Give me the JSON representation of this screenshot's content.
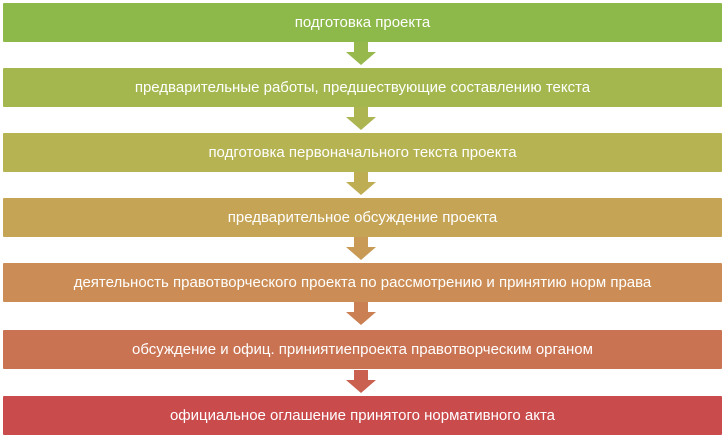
{
  "steps": [
    {
      "label": "подготовка проекта",
      "color": "#8db84a"
    },
    {
      "label": "предварительные работы, предшествующие составлению текста",
      "color": "#a3b74e"
    },
    {
      "label": "подготовка первоначального текста проекта",
      "color": "#b6b353"
    },
    {
      "label": "предварительное обсуждение проекта",
      "color": "#c5a555"
    },
    {
      "label": "деятельность правотворческого проекта по рассмотрению и принятию норм права",
      "color": "#cb8d55"
    },
    {
      "label": "обсуждение и офиц. приниятиепроекта правотворческим органом",
      "color": "#ca7352"
    },
    {
      "label": "официальное оглашение принятого нормативного акта",
      "color": "#c94b4c"
    }
  ],
  "arrows": [
    {
      "color": "#96b84c"
    },
    {
      "color": "#acb550"
    },
    {
      "color": "#bfad54"
    },
    {
      "color": "#c89a55"
    },
    {
      "color": "#cb8054"
    },
    {
      "color": "#ca6050"
    }
  ]
}
